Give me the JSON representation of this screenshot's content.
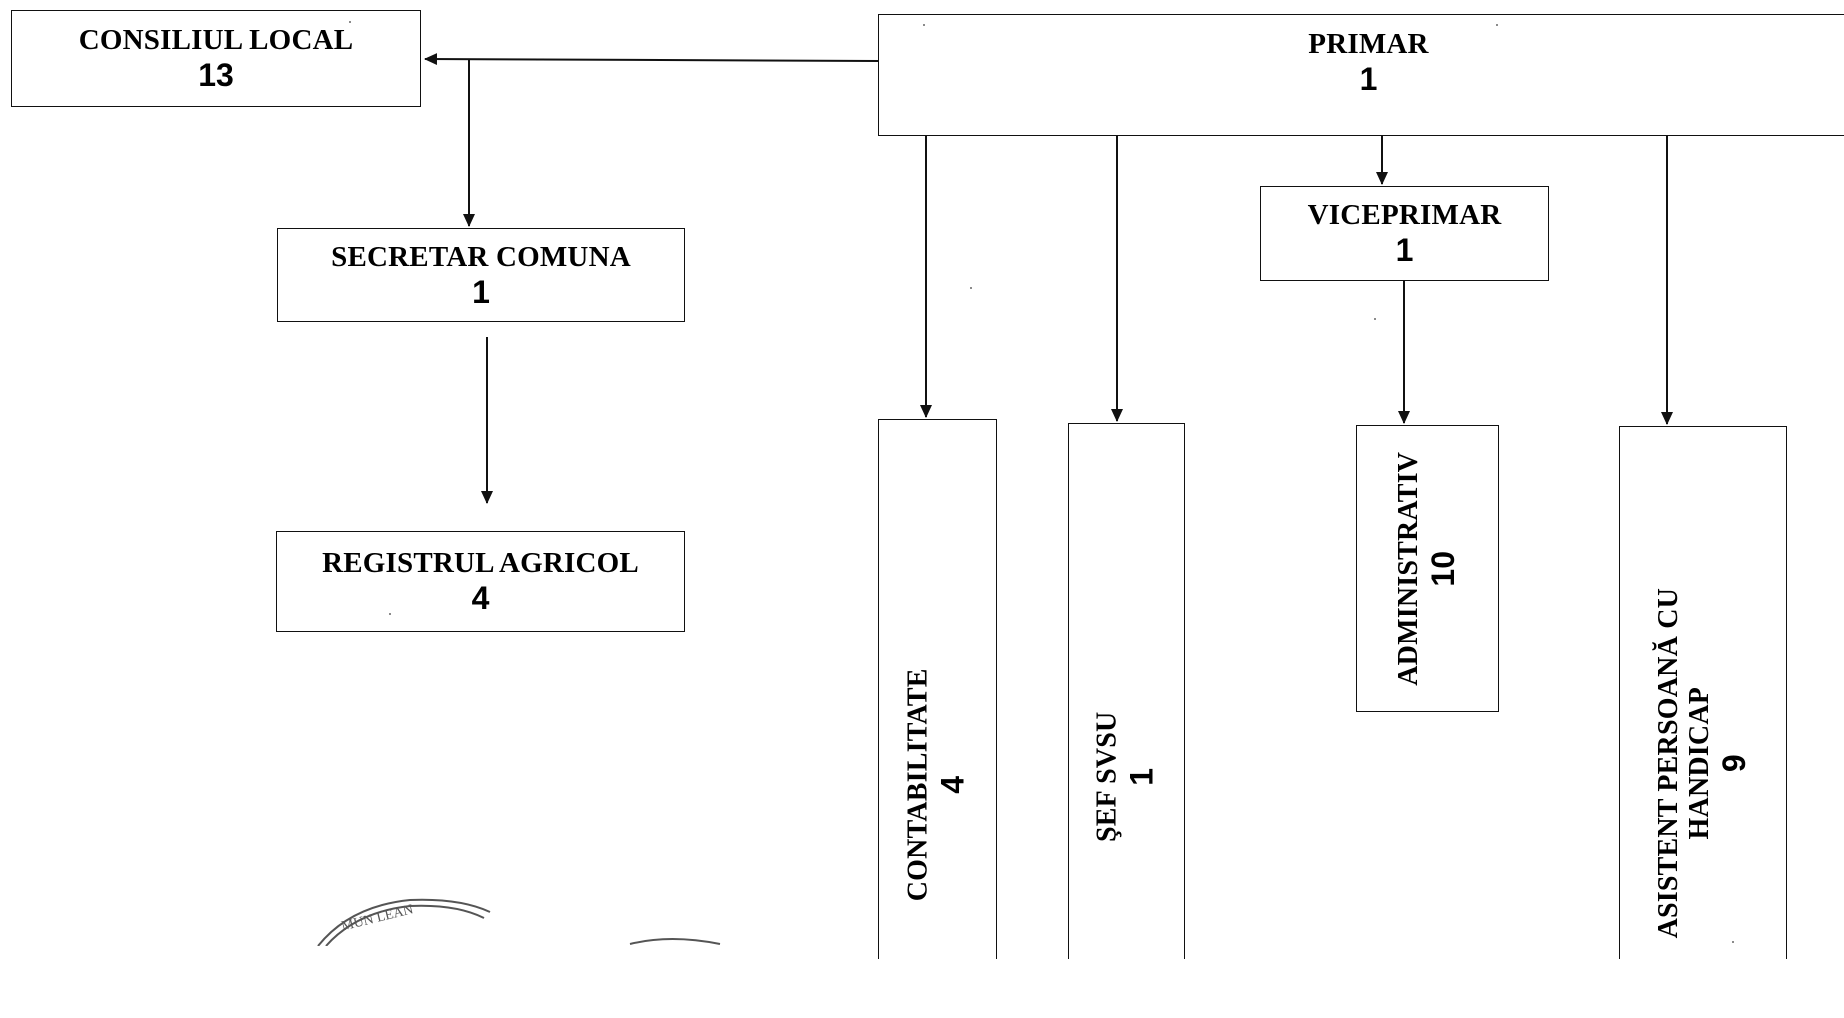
{
  "nodes": {
    "consiliul_local": {
      "title": "CONSILIUL LOCAL",
      "count": "13"
    },
    "primar": {
      "title": "PRIMAR",
      "count": "1"
    },
    "secretar": {
      "title": "SECRETAR COMUNA",
      "count": "1"
    },
    "registrul": {
      "title": "REGISTRUL AGRICOL",
      "count": "4"
    },
    "viceprimar": {
      "title": "VICEPRIMAR",
      "count": "1"
    },
    "contabilitate": {
      "title": "CONTABILITATE",
      "count": "4"
    },
    "sef_svsu": {
      "title": "ŞEF SVSU",
      "count": "1"
    },
    "administrativ": {
      "title": "ADMINISTRATIV",
      "count": "10"
    },
    "asistent": {
      "title_line1": "ASISTENT PERSOANĂ CU",
      "title_line2": "HANDICAP",
      "count": "9"
    }
  },
  "stamp": {
    "text": "MUN   LEAN"
  },
  "edges": [
    {
      "from": "primar",
      "to": "consiliul_local"
    },
    {
      "from": "consiliul_local",
      "to": "secretar"
    },
    {
      "from": "secretar",
      "to": "registrul"
    },
    {
      "from": "primar",
      "to": "viceprimar"
    },
    {
      "from": "primar",
      "to": "contabilitate"
    },
    {
      "from": "primar",
      "to": "sef_svsu"
    },
    {
      "from": "viceprimar",
      "to": "administrativ"
    },
    {
      "from": "primar",
      "to": "asistent"
    }
  ],
  "colors": {
    "line": "#111111",
    "background": "#ffffff"
  }
}
